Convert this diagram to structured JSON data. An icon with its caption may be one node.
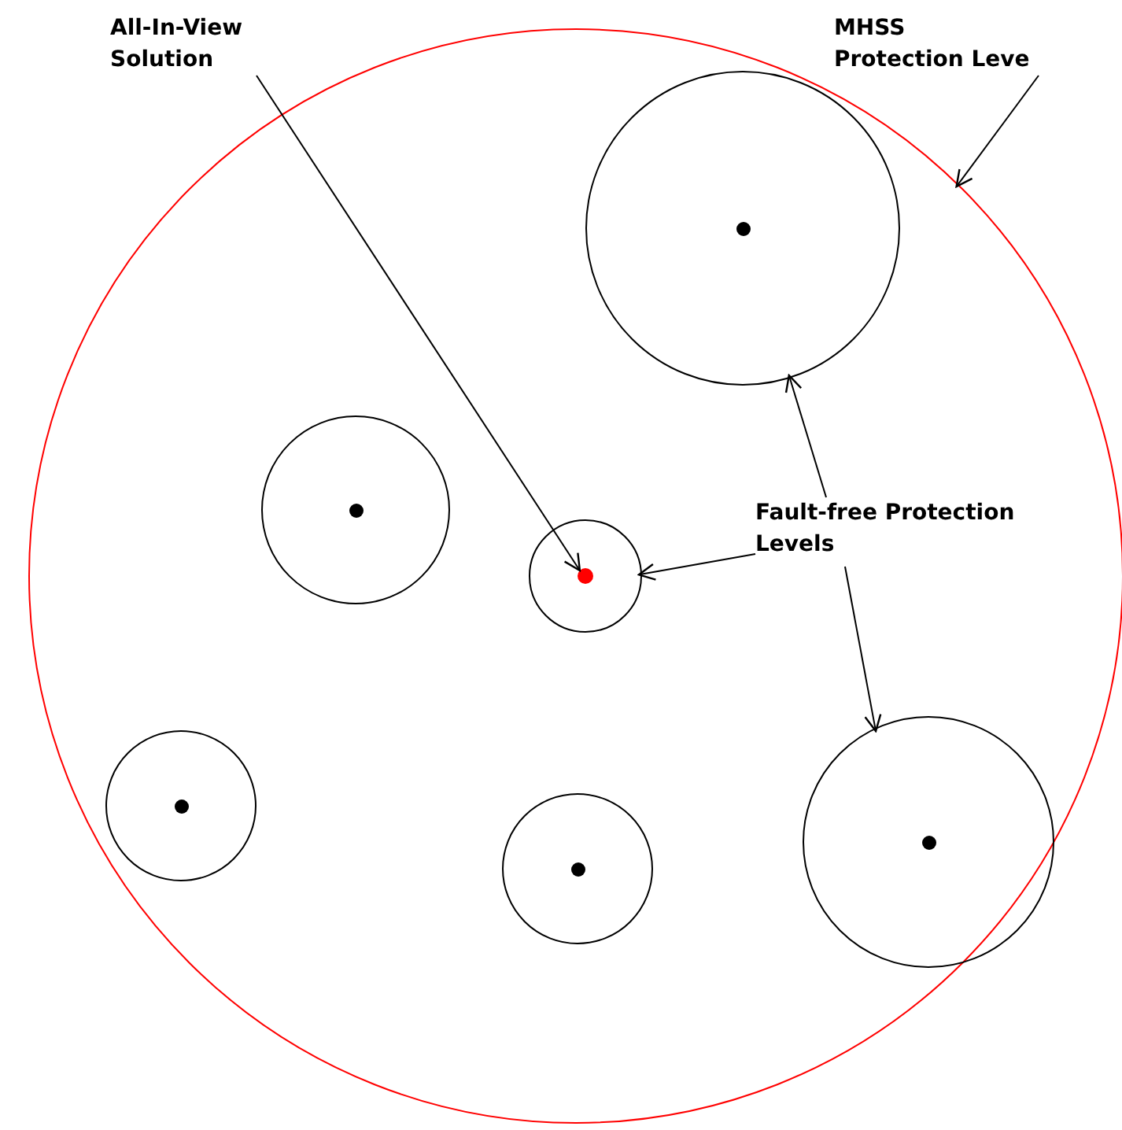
{
  "diagram": {
    "nodes": [
      {
        "text": [
          "All-In-View Solution"
        ]
      },
      {
        "text": [
          "MHSS Protection Leve"
        ]
      },
      {
        "text": [
          "Fault-free Protection Levels"
        ],
        "in": 3
      },
      {
        "text": [],
        "shape": "circle"
      },
      {
        "text": [],
        "shape": "circle",
        "in": 3
      },
      {
        "text": [],
        "shape": "circle",
        "in": 3
      },
      {
        "text": [],
        "shape": "circle",
        "in": 3
      },
      {
        "text": [],
        "shape": "circle",
        "in": 6
      },
      {
        "text": [],
        "shape": "circle",
        "in": 3
      },
      {
        "text": [],
        "shape": "circle",
        "in": 3
      },
      {
        "text": [],
        "shape": "circle",
        "in": 3
      }
    ],
    "edges": [
      {
        "from": 1,
        "to": 3,
        "arrow": "to"
      },
      {
        "from": 0,
        "to": 7,
        "arrow": "to"
      },
      {
        "from": 2,
        "to": 6,
        "arrow": "to"
      },
      {
        "from": 2,
        "to": 4,
        "arrow": "to"
      },
      {
        "from": 2,
        "to": 9,
        "arrow": "to"
      }
    ]
  }
}
